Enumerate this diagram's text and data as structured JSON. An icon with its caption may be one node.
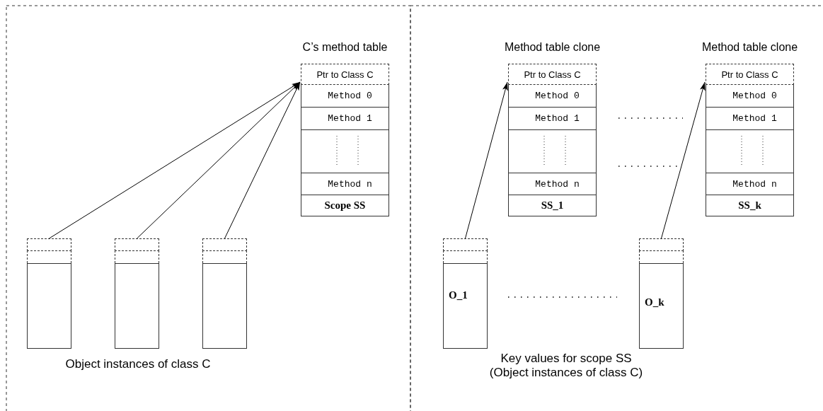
{
  "diagram": {
    "nodes": [
      {
        "text": [
          "C’s method table"
        ]
      },
      {
        "text": [
          "Ptr to Class C"
        ],
        "in": 0
      },
      {
        "text": [
          "Method 0"
        ],
        "in": 0
      },
      {
        "text": [
          "Method 1"
        ],
        "in": 0
      },
      {
        "text": [],
        "shape": "box",
        "in": 0
      },
      {
        "text": [
          "Method n"
        ],
        "in": 0
      },
      {
        "text": [
          "Scope SS"
        ],
        "in": 0
      },
      {
        "text": [
          "Method table clone"
        ]
      },
      {
        "text": [
          "Ptr to Class C"
        ],
        "in": 7
      },
      {
        "text": [
          "Method 0"
        ],
        "in": 7
      },
      {
        "text": [
          "Method 1"
        ],
        "in": 7
      },
      {
        "text": [],
        "shape": "box",
        "in": 7
      },
      {
        "text": [
          "Method n"
        ],
        "in": 7
      },
      {
        "text": [
          "SS_1"
        ],
        "in": 7
      },
      {
        "text": [
          "Method table clone"
        ]
      },
      {
        "text": [
          "Ptr to Class C"
        ],
        "in": 14
      },
      {
        "text": [
          "Method 0"
        ],
        "in": 14
      },
      {
        "text": [
          "Method 1"
        ],
        "in": 14
      },
      {
        "text": [],
        "shape": "box",
        "in": 14
      },
      {
        "text": [
          "Method n"
        ],
        "in": 14
      },
      {
        "text": [
          "SS_k"
        ],
        "in": 14
      },
      {
        "text": [],
        "shape": "box"
      },
      {
        "text": [],
        "shape": "box"
      },
      {
        "text": [],
        "shape": "box"
      },
      {
        "text": [
          "O_1"
        ]
      },
      {
        "text": [
          "O_k"
        ]
      }
    ],
    "edges": [
      {
        "from": 21,
        "to": 1,
        "arrow": "to"
      },
      {
        "from": 22,
        "to": 1,
        "arrow": "to"
      },
      {
        "from": 23,
        "to": 1,
        "arrow": "to"
      },
      {
        "from": 24,
        "to": 8,
        "arrow": "to"
      },
      {
        "from": 25,
        "to": 15,
        "arrow": "to"
      }
    ],
    "labels": [
      "Object instances of class C",
      "Key values for scope SS (Object instances of class C)"
    ]
  }
}
